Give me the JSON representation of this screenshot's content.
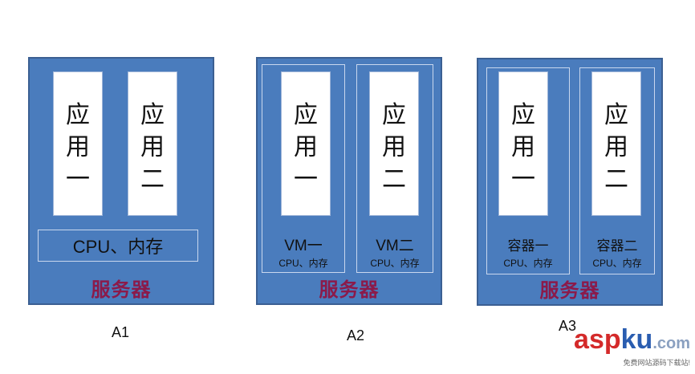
{
  "diagrams": [
    {
      "caption": "A1",
      "server_label": "服务器",
      "apps": [
        {
          "chars": [
            "应",
            "用",
            "一"
          ]
        },
        {
          "chars": [
            "应",
            "用",
            "二"
          ]
        }
      ],
      "resource_label": "CPU、内存"
    },
    {
      "caption": "A2",
      "server_label": "服务器",
      "units": [
        {
          "chars": [
            "应",
            "用",
            "一"
          ],
          "name": "VM一",
          "resource": "CPU、内存"
        },
        {
          "chars": [
            "应",
            "用",
            "二"
          ],
          "name": "VM二",
          "resource": "CPU、内存"
        }
      ]
    },
    {
      "caption": "A3",
      "server_label": "服务器",
      "units": [
        {
          "chars": [
            "应",
            "用",
            "一"
          ],
          "name": "容器一",
          "resource": "CPU、内存"
        },
        {
          "chars": [
            "应",
            "用",
            "二"
          ],
          "name": "容器二",
          "resource": "CPU、内存"
        }
      ]
    }
  ],
  "watermark": {
    "asp": "asp",
    "ku": "ku",
    "dot": ".com",
    "sub": "免费网站源码下载站!"
  }
}
